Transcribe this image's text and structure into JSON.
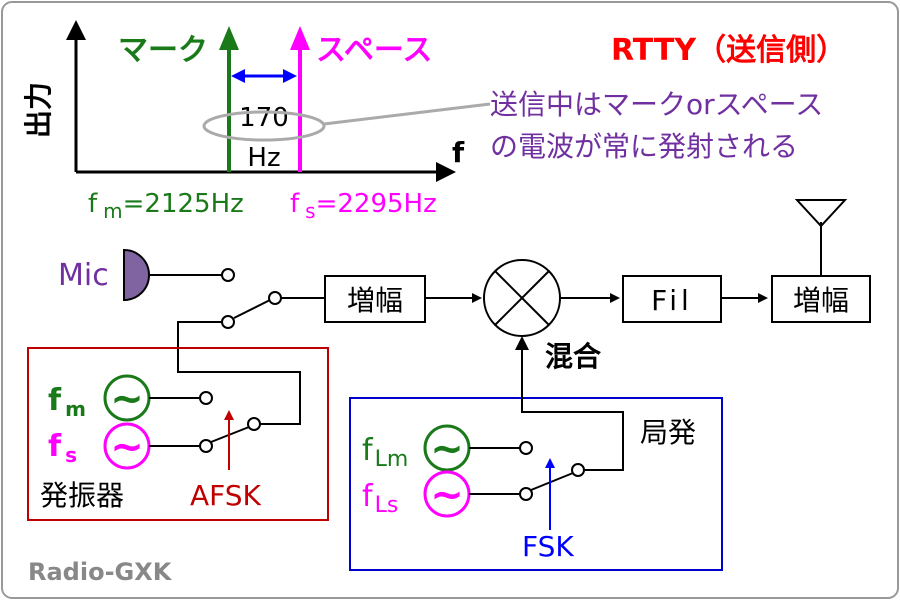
{
  "spectrum": {
    "y_axis_label": "出力",
    "x_axis_label": "f",
    "mark_label": "マーク",
    "space_label": "スペース",
    "shift_value": "170",
    "shift_unit": "Hz",
    "fm_prefix": "f",
    "fm_sub": "m",
    "fm_value": "=2125Hz",
    "fs_prefix": "f",
    "fs_sub": "s",
    "fs_value": "=2295Hz",
    "note_line1": "送信中はマークorスペース",
    "note_line2": "の電波が常に発射される"
  },
  "title": "RTTY（送信側）",
  "blocks": {
    "mic": "Mic",
    "amp1": "増幅",
    "mixer": "混合",
    "filter": "Fil",
    "amp2": "増幅"
  },
  "oscillator": {
    "fm_prefix": "f",
    "fm_sub": "m",
    "fs_prefix": "f",
    "fs_sub": "s",
    "label": "発振器",
    "switch_label": "AFSK",
    "tilde": "~"
  },
  "local_osc": {
    "flm_prefix": "f",
    "flm_sub": "Lm",
    "fls_prefix": "f",
    "fls_sub": "Ls",
    "label": "局発",
    "switch_label": "FSK",
    "tilde": "~"
  },
  "watermark": "Radio-GXK",
  "colors": {
    "mark": "#1a7a1a",
    "space": "#ff00ff",
    "title": "#ff0000",
    "note": "#7030a0",
    "arrow_blue": "#0000ff",
    "afsk": "#c00000",
    "afsk_box": "#c00000",
    "fsk_box": "#0000cc",
    "mic_fill": "#8064a2"
  }
}
